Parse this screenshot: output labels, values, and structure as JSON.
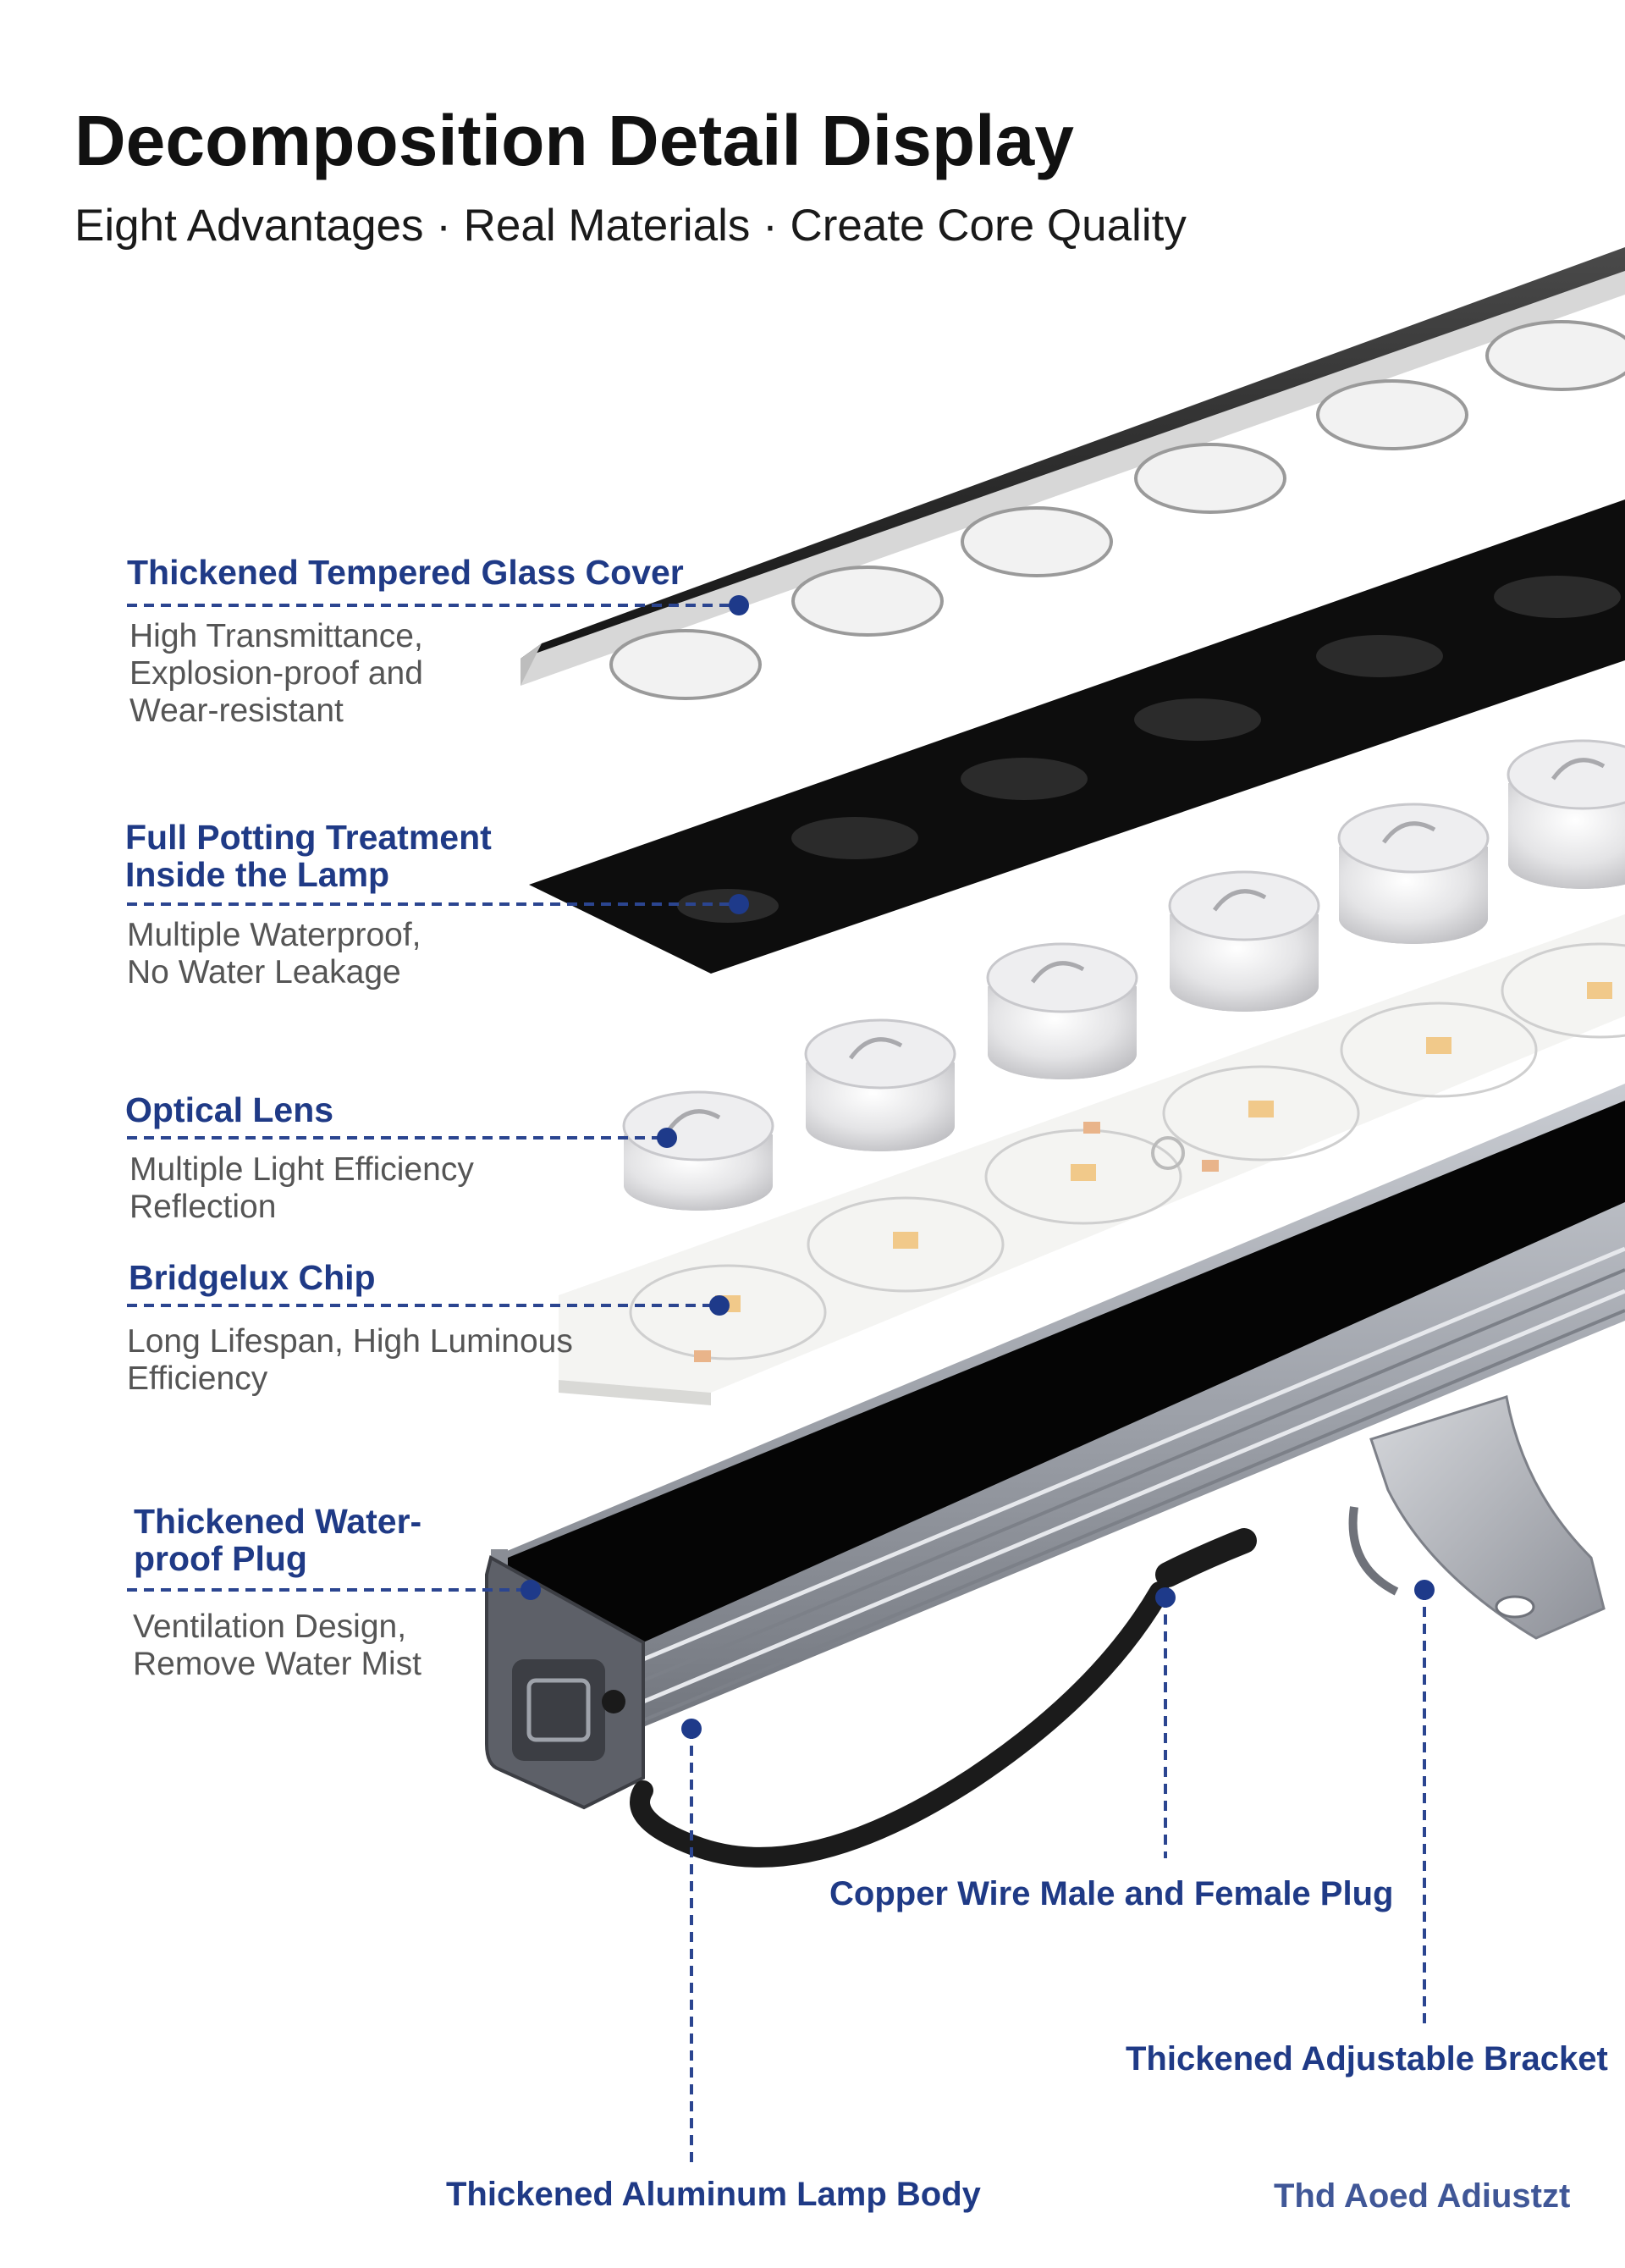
{
  "page": {
    "title": "Decomposition Detail Display",
    "subtitle": "Eight Advantages · Real Materials · Create Core Quality"
  },
  "callouts": [
    {
      "label_lines": [
        "Thickened Tempered Glass Cover"
      ],
      "desc_lines": [
        "High Transmittance,",
        "Explosion-proof and",
        "Wear-resistant"
      ]
    },
    {
      "label_lines": [
        "Full Potting Treatment",
        "Inside the Lamp"
      ],
      "desc_lines": [
        "Multiple Waterproof,",
        "No Water Leakage"
      ]
    },
    {
      "label_lines": [
        "Optical Lens"
      ],
      "desc_lines": [
        "Multiple Light Efficiency",
        "Reflection"
      ]
    },
    {
      "label_lines": [
        "Bridgelux Chip"
      ],
      "desc_lines": [
        "Long Lifespan, High Luminous",
        "Efficiency"
      ]
    },
    {
      "label_lines": [
        "Thickened Water-",
        "proof Plug"
      ],
      "desc_lines": [
        "Ventilation Design,",
        "Remove Water Mist"
      ]
    }
  ],
  "bottom_labels": {
    "copper_wire": "Copper Wire Male and Female Plug",
    "bracket": "Thickened Adjustable Bracket",
    "lamp_body": "Thickened Aluminum Lamp Body",
    "partial": "Thd Aoed Adiustzt"
  },
  "colors": {
    "accent": "#1f3a86",
    "callout_dot": "#1e3a8a",
    "leader_line": "#2b4590",
    "glass_dark": "#1a1a1a",
    "potting_black": "#0d0d0d",
    "aluminum": "#a4a8b0",
    "pcb_white": "#f4f4f2",
    "led_chip": "#f1c98a"
  }
}
